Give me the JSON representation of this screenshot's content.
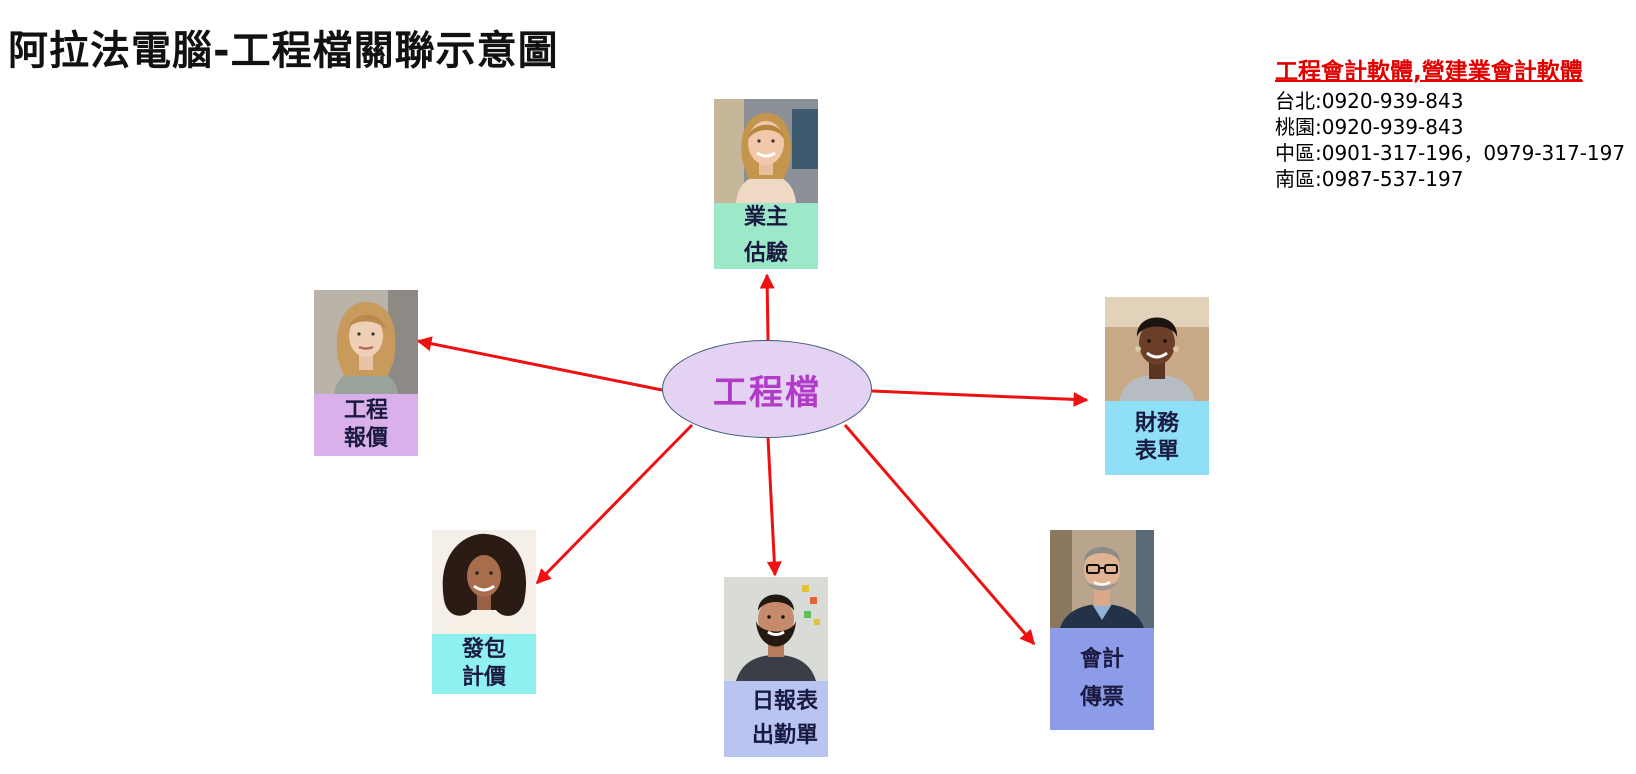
{
  "title": "阿拉法電腦-工程檔關聯示意圖",
  "contact": {
    "heading": "工程會計軟體,營建業會計軟體",
    "lines": [
      "台北:0920-939-843",
      "桃園:0920-939-843",
      "中區:0901-317-196，0979-317-197",
      "南區:0987-537-197"
    ]
  },
  "center": {
    "label": "工程檔"
  },
  "nodes": {
    "owner_estimate": {
      "line1": "業主",
      "line2": "估驗",
      "color": "#9de8c9"
    },
    "project_quote": {
      "line1": "工程",
      "line2": "報價",
      "color": "#d9b0ea"
    },
    "finance_forms": {
      "line1": "財務",
      "line2": "表單",
      "color": "#8fe0f7"
    },
    "subcontract_pricing": {
      "line1": "發包",
      "line2": "計價",
      "color": "#8ff0f0"
    },
    "daily_report": {
      "line1": "日報表",
      "line2": "出勤單",
      "color": "#b8c4f2"
    },
    "accounting_voucher": {
      "line1": "會計",
      "line2": "傳票",
      "color": "#8d9ce8"
    }
  },
  "colors": {
    "arrow": "#ee1111",
    "title_accent": "#e00000",
    "center_text": "#b23ac8"
  }
}
